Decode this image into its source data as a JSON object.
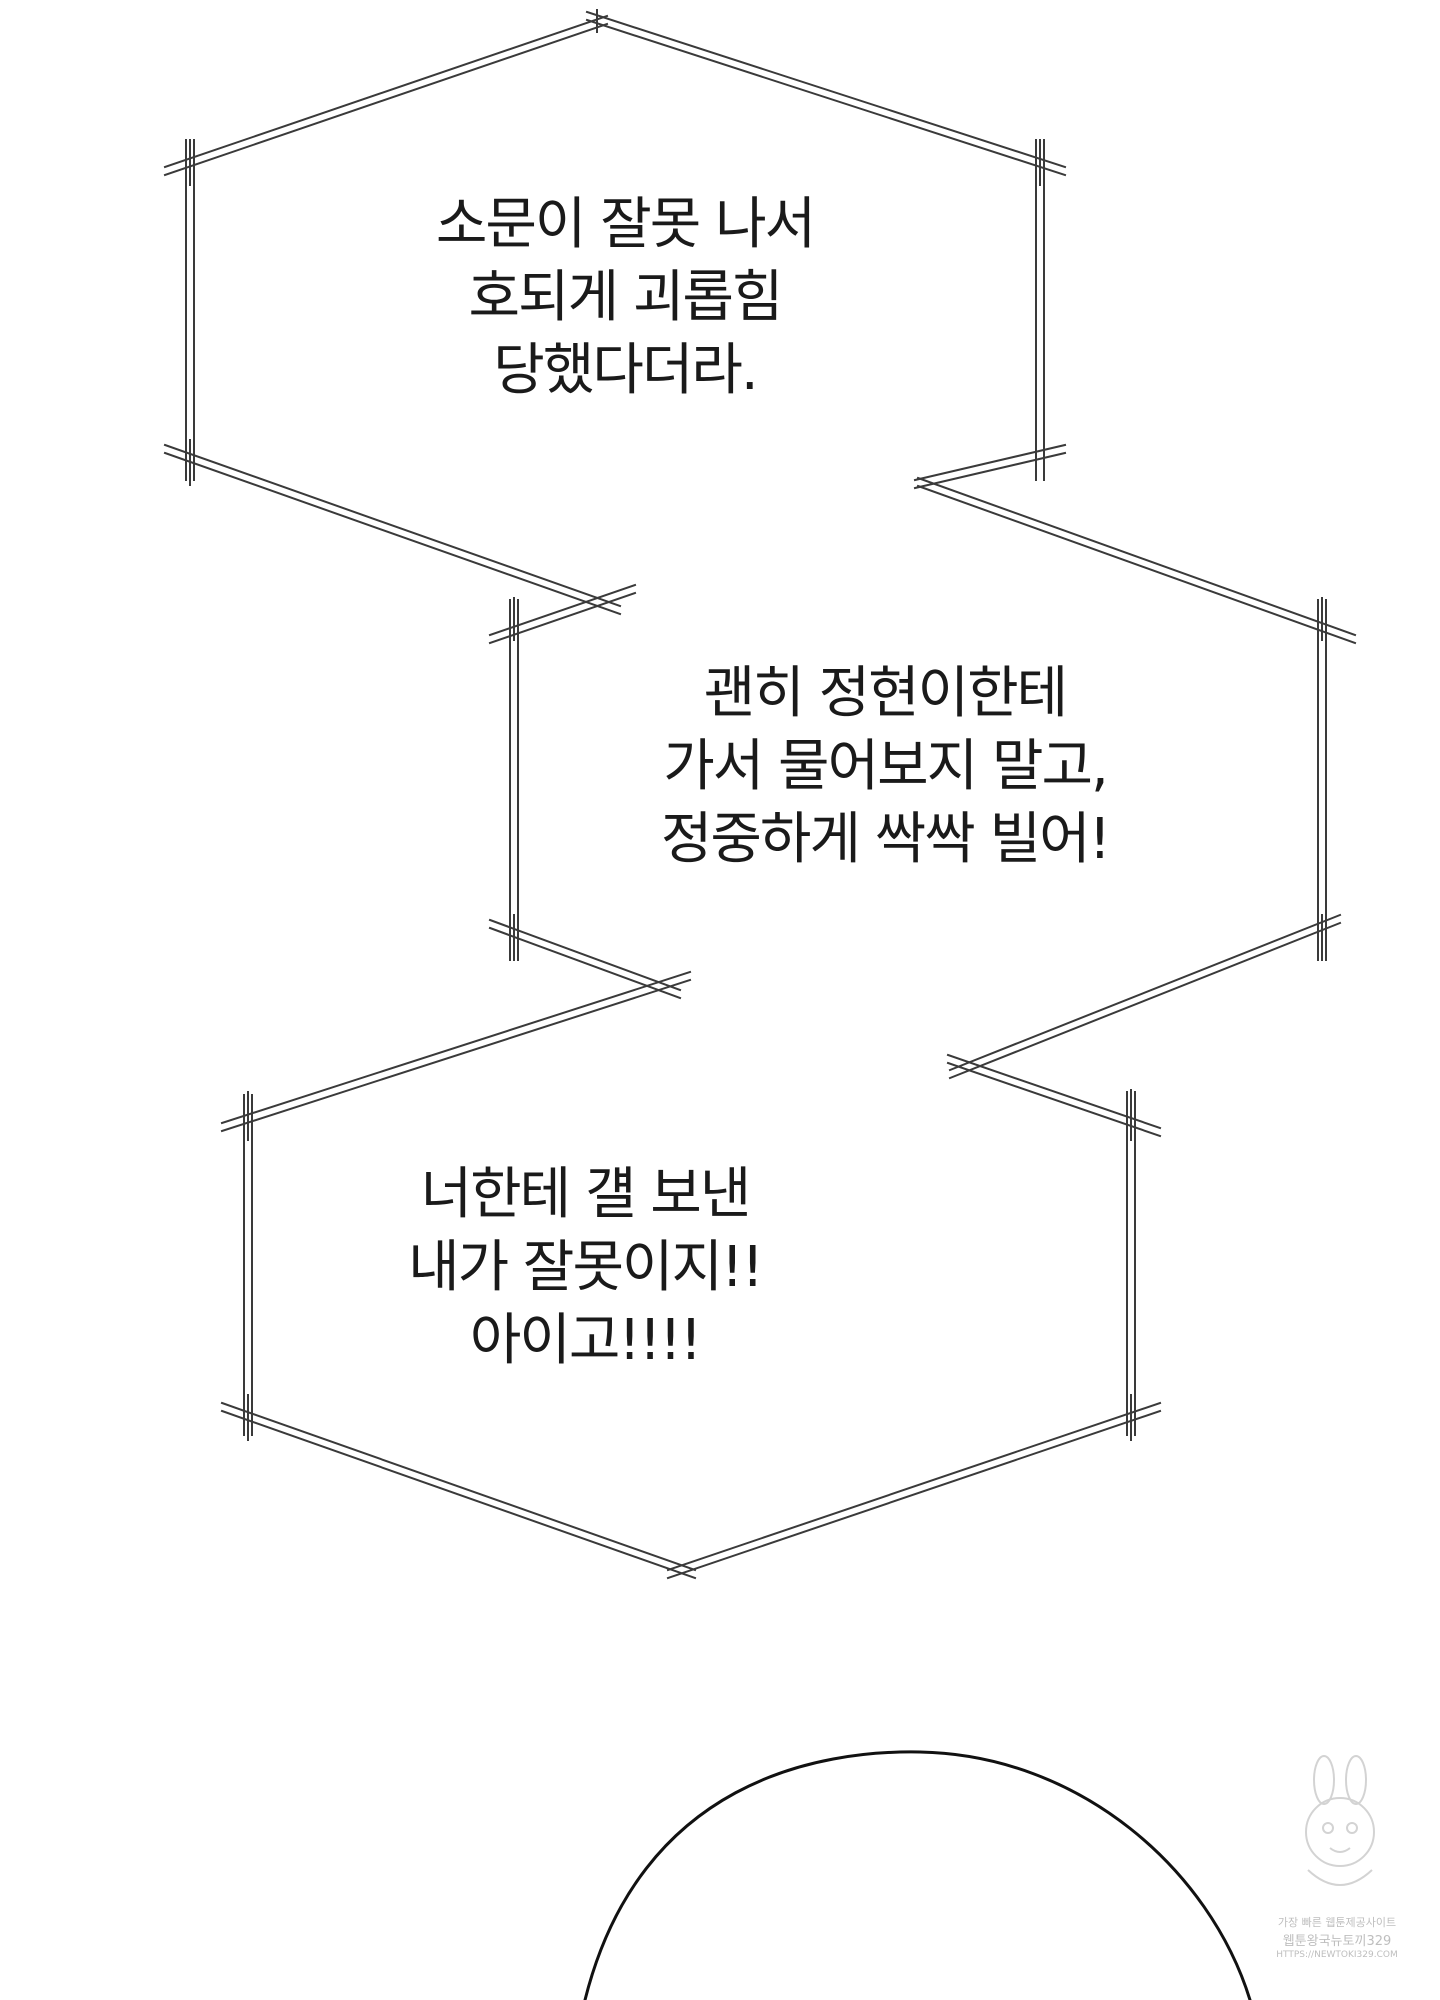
{
  "bubbles": [
    {
      "lines": [
        "소문이 잘못 나서",
        "호되게 괴롭힘",
        "당했다더라."
      ]
    },
    {
      "lines": [
        "괜히 정현이한테",
        "가서 물어보지 말고,",
        "정중하게 싹싹 빌어!"
      ]
    },
    {
      "lines": [
        "너한테 걜 보낸",
        "내가 잘못이지!!",
        "아이고!!!!"
      ]
    }
  ],
  "watermark": {
    "line1": "가장 빠른 웹툰제공사이트",
    "line2": "웹툰왕국뉴토끼329",
    "line3": "HTTPS://NEWTOKI329.COM"
  },
  "colors": {
    "background": "#ffffff",
    "ink": "#1a1a1a",
    "frame": "#3a3a3a"
  }
}
